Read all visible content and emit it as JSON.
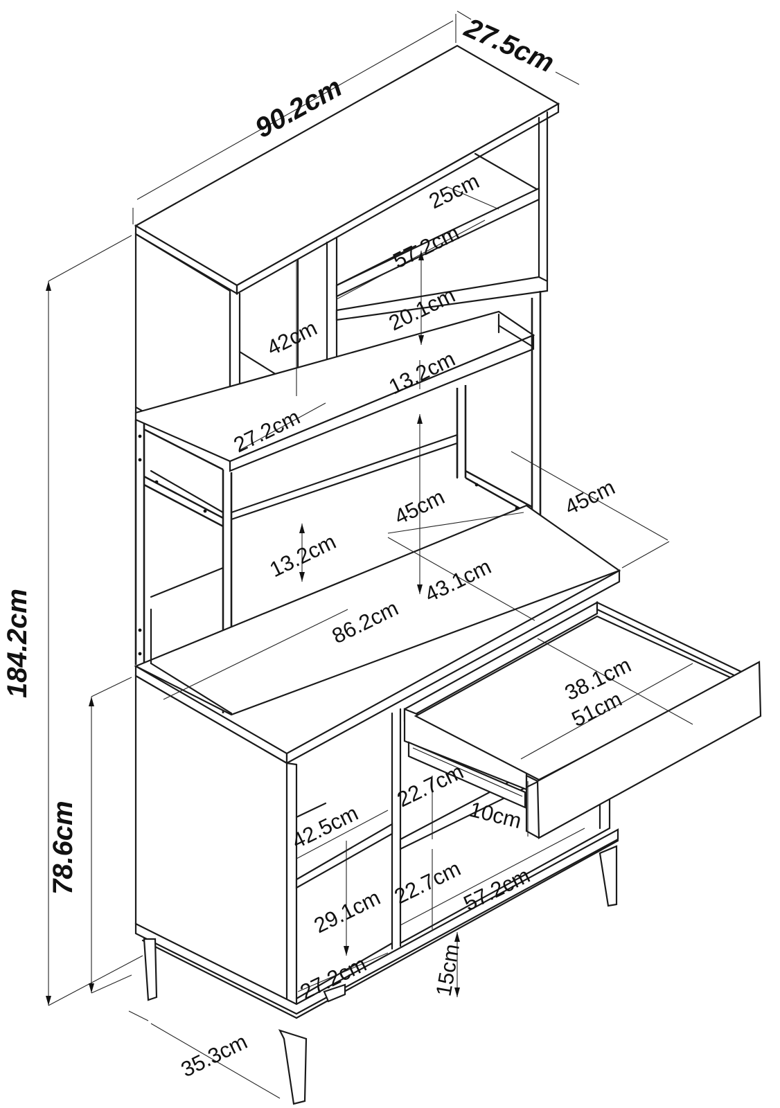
{
  "diagram": {
    "dimensions": {
      "width_total": "90.2cm",
      "depth_top": "27.5cm",
      "height_total": "184.2cm",
      "height_base": "78.6cm",
      "top_shelf_depth": "25cm",
      "top_shelf_width": "57.2cm",
      "upper_compartment_height": "20.1cm",
      "left_compartment_height": "42cm",
      "middle_opening_height": "13.2cm",
      "left_compartment_depth": "27.2cm",
      "desk_clearance_height": "45cm",
      "desk_depth": "45cm",
      "lower_shelf_height": "13.2cm",
      "desk_inner_depth": "43.1cm",
      "desk_width": "86.2cm",
      "drawer_inner_depth": "38.1cm",
      "drawer_inner_width": "51cm",
      "drawer_opening_height": "22.7cm",
      "drawer_height": "10cm",
      "cabinet_left_depth": "42.5cm",
      "cabinet_lower_height": "22.7cm",
      "cabinet_width": "57.2cm",
      "left_cubby_height": "29.1cm",
      "left_cubby_depth": "27.2cm",
      "leg_height": "15cm",
      "base_depth": "35.3cm"
    }
  }
}
